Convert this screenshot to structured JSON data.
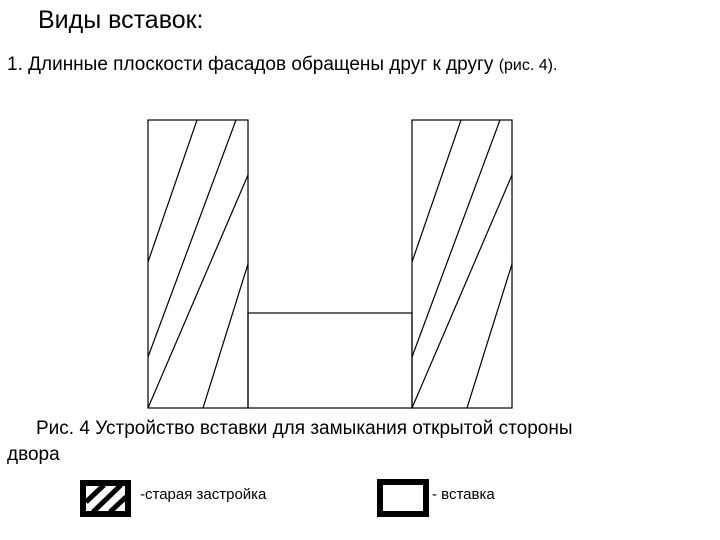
{
  "heading": "Виды вставок:",
  "point": {
    "text": "1. Длинные плоскости фасадов обращены друг к другу",
    "ref": "(рис. 4)."
  },
  "caption": {
    "line1": "Рис. 4 Устройство вставки для замыкания открытой   стороны",
    "line2": "двора"
  },
  "legend": {
    "old": "-старая застройка",
    "insert": "- вставка"
  },
  "colors": {
    "ink": "#000000",
    "background": "#ffffff"
  }
}
